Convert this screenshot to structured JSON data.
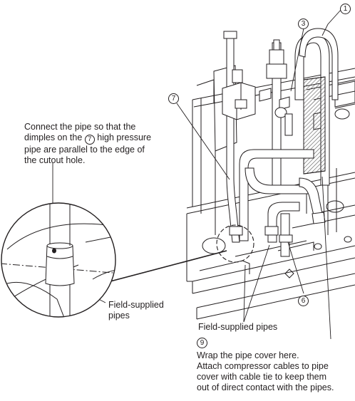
{
  "callouts": {
    "connect_note": {
      "line1_before": "Connect the pipe so that the",
      "line2_before": "dimples on the",
      "line2_marker": "7",
      "line2_after": "high pressure",
      "line3": "pipe are parallel to the edge of",
      "line4": "the cutout hole."
    },
    "field_pipes_detail": {
      "line1": "Field-supplied",
      "line2": "pipes"
    },
    "field_pipes_main": "Field-supplied pipes",
    "wrap_note": {
      "marker": "9",
      "line1": "Wrap the pipe cover here.",
      "line2": "Attach compressor cables to pipe",
      "line3": "cover with cable tie to keep them",
      "line4": "out of direct contact with the pipes."
    }
  },
  "markers": {
    "m1": "1",
    "m3": "3",
    "m6": "6",
    "m7": "7"
  },
  "colors": {
    "line": "#231f20",
    "fill": "#ffffff",
    "shade": "#d9d9d9",
    "hatch": "#555555"
  }
}
